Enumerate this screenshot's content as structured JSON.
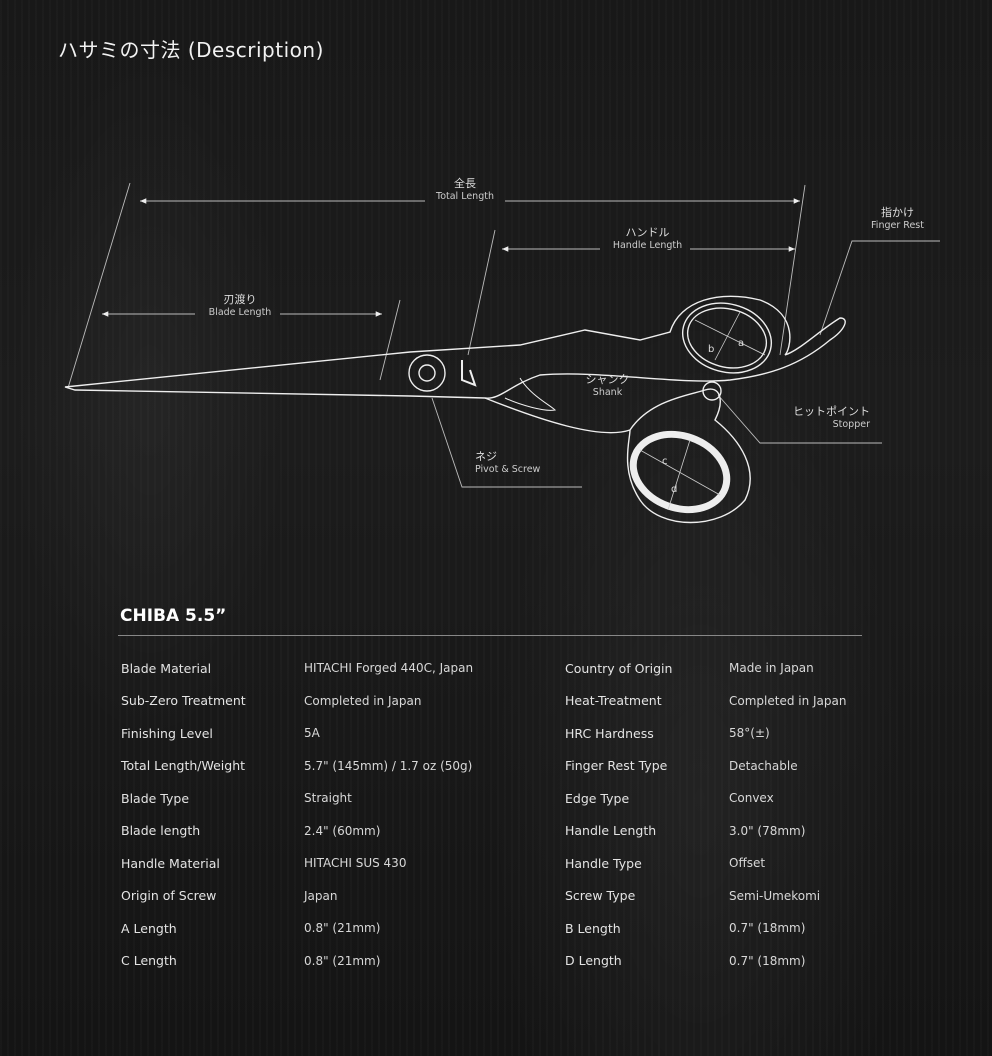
{
  "title": "ハサミの寸法 (Description)",
  "diagram": {
    "total_length": {
      "jp": "全長",
      "en": "Total Length"
    },
    "blade_length": {
      "jp": "刃渡り",
      "en": "Blade Length"
    },
    "handle_length": {
      "jp": "ハンドル",
      "en": "Handle Length"
    },
    "finger_rest": {
      "jp": "指かけ",
      "en": "Finger Rest"
    },
    "shank": {
      "jp": "シャンク",
      "en": "Shank"
    },
    "stopper": {
      "jp": "ヒットポイント",
      "en": "Stopper"
    },
    "pivot": {
      "jp": "ネジ",
      "en": "Pivot & Screw"
    },
    "letters": {
      "a": "a",
      "b": "b",
      "c": "c",
      "d": "d"
    }
  },
  "specs": {
    "title": "CHIBA 5.5”",
    "left": [
      {
        "k": "Blade Material",
        "v": "HITACHI Forged 440C, Japan"
      },
      {
        "k": "Sub-Zero Treatment",
        "v": "Completed in Japan"
      },
      {
        "k": "Finishing Level",
        "v": "5A"
      },
      {
        "k": "Total Length/Weight",
        "v": "5.7\" (145mm) / 1.7 oz (50g)"
      },
      {
        "k": "Blade Type",
        "v": "Straight"
      },
      {
        "k": "Blade length",
        "v": "2.4\" (60mm)"
      },
      {
        "k": "Handle Material",
        "v": "HITACHI SUS 430"
      },
      {
        "k": "Origin of Screw",
        "v": "Japan"
      },
      {
        "k": "A Length",
        "v": "0.8\" (21mm)"
      },
      {
        "k": "C Length",
        "v": "0.8\" (21mm)"
      }
    ],
    "right": [
      {
        "k": "Country of Origin",
        "v": "Made in Japan"
      },
      {
        "k": "Heat-Treatment",
        "v": "Completed in Japan"
      },
      {
        "k": "HRC Hardness",
        "v": "58°(±)"
      },
      {
        "k": "Finger Rest Type",
        "v": "Detachable"
      },
      {
        "k": "Edge Type",
        "v": "Convex"
      },
      {
        "k": "Handle Length",
        "v": "3.0\" (78mm)"
      },
      {
        "k": "Handle Type",
        "v": "Offset"
      },
      {
        "k": "Screw Type",
        "v": "Semi-Umekomi"
      },
      {
        "k": "B Length",
        "v": "0.7\" (18mm)"
      },
      {
        "k": "D Length",
        "v": "0.7\" (18mm)"
      }
    ]
  }
}
